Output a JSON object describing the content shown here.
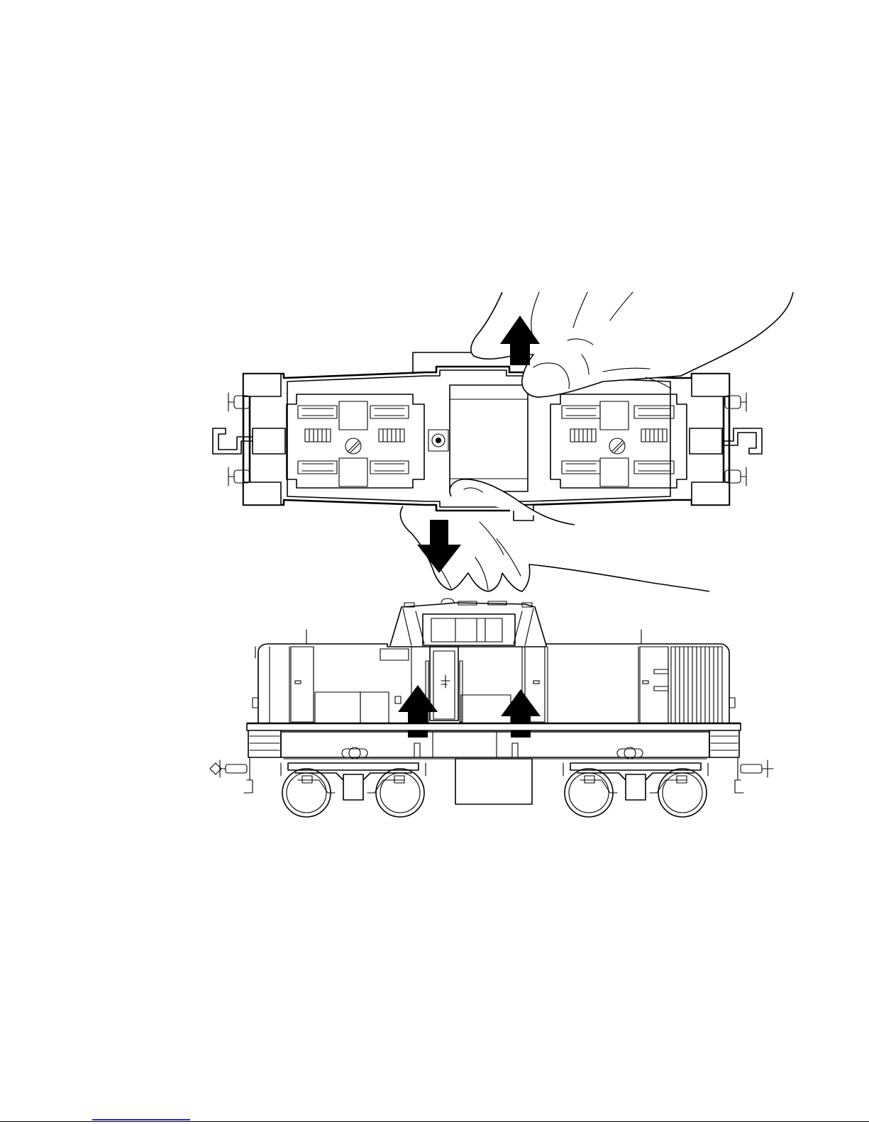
{
  "figure": {
    "description_icons": [
      "arrow-up-icon",
      "arrow-down-icon",
      "hand-icon",
      "locomotive-icon"
    ],
    "colors": {
      "ink": "#000000",
      "paper": "#ffffff",
      "link": "#2b2bd6"
    },
    "arrows": {
      "chassis_lift": "up",
      "chassis_insert": "down",
      "body_clips": "up"
    }
  }
}
